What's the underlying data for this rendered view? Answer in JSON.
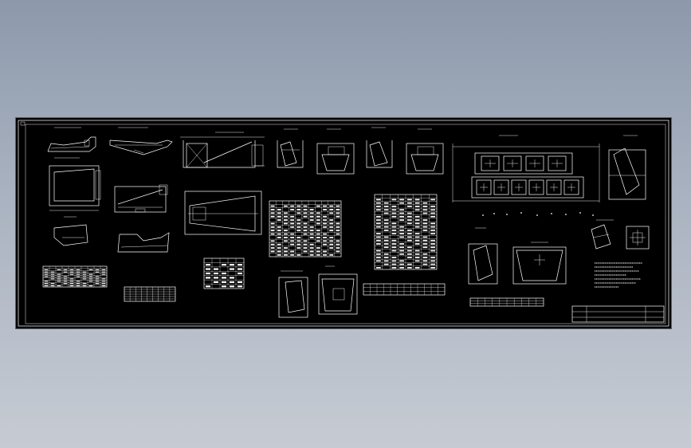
{
  "drawing": {
    "background_color": "#000000",
    "line_color": "#ffffff",
    "table_fill_color": "#ffffff",
    "label_texts": [],
    "title_block": {
      "rows": 3,
      "label_texts": []
    }
  },
  "tables": [
    {
      "id": "table-a",
      "rows": 9,
      "cols": 10,
      "striped": true
    },
    {
      "id": "table-b",
      "rows": 6,
      "cols": 9,
      "striped": false
    },
    {
      "id": "table-c",
      "rows": 7,
      "cols": 5,
      "striped": true
    },
    {
      "id": "table-d",
      "rows": 16,
      "cols": 11,
      "striped": true
    },
    {
      "id": "table-e",
      "rows": 22,
      "cols": 8,
      "striped": true
    },
    {
      "id": "table-f",
      "rows": 3,
      "cols": 12,
      "striped": false
    },
    {
      "id": "table-g",
      "rows": 3,
      "cols": 10,
      "striped": false
    }
  ]
}
